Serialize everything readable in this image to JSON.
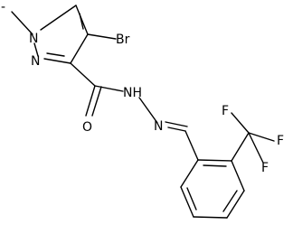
{
  "molecule": {
    "labels": {
      "methyl_left": "-",
      "n1": "N",
      "n2": "N",
      "br": "Br",
      "carbonyl_o": "O",
      "amide_nh": "NH",
      "imine_n": "N",
      "f_top_left": "F",
      "f_right": "F",
      "f_bottom": "F"
    }
  }
}
